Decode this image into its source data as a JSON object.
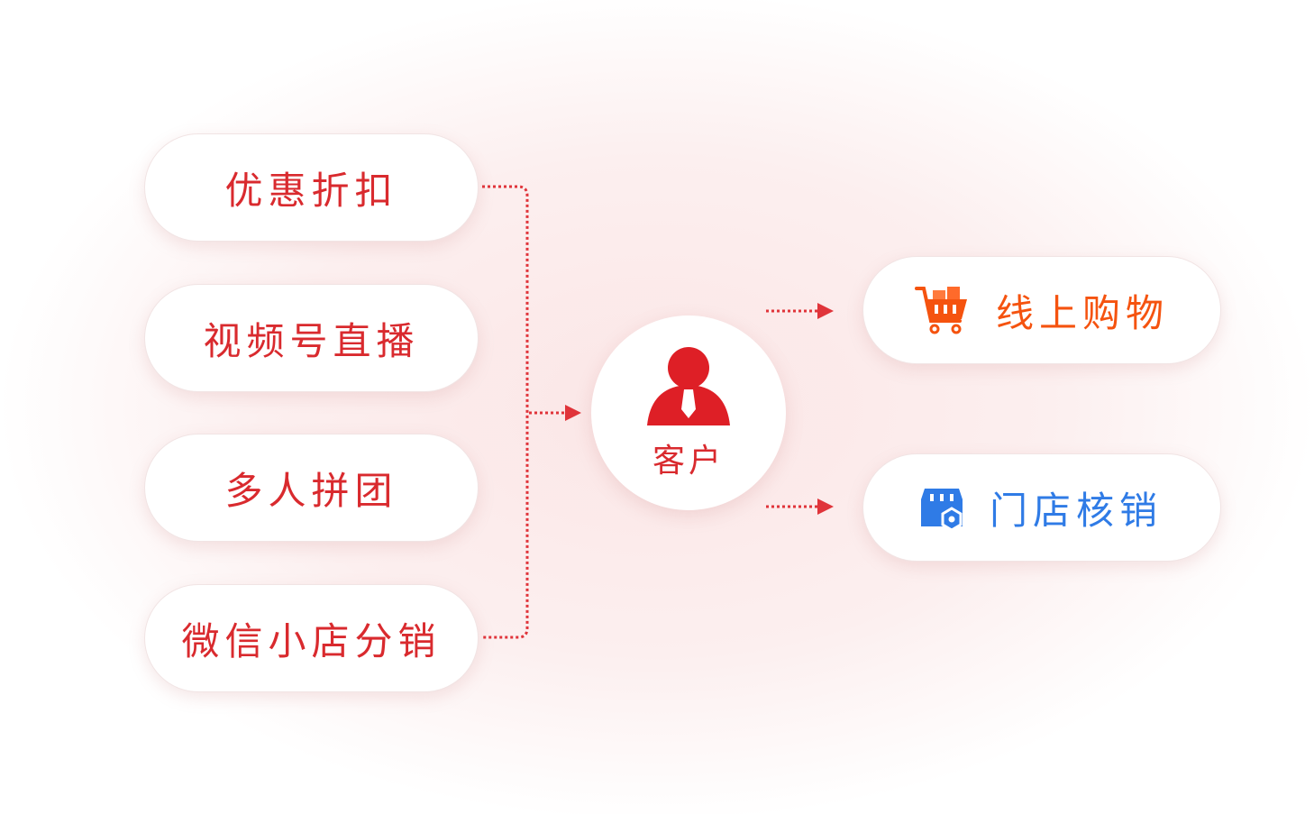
{
  "left_items": [
    "优惠折扣",
    "视频号直播",
    "多人拼团",
    "微信小店分销"
  ],
  "center": {
    "label": "客户",
    "icon": "user-icon"
  },
  "right_items": [
    {
      "label": "线上购物",
      "icon": "shopping-cart-icon",
      "color": "#f5530f"
    },
    {
      "label": "门店核销",
      "icon": "store-icon",
      "color": "#2f7be6"
    }
  ],
  "colors": {
    "accent": "#d92a2e"
  }
}
